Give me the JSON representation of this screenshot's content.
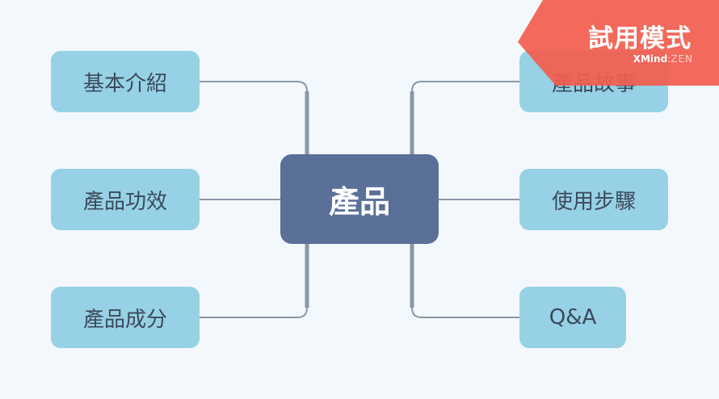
{
  "center": {
    "label": "產品"
  },
  "left_topics": [
    {
      "label": "基本介紹"
    },
    {
      "label": "產品功效"
    },
    {
      "label": "產品成分"
    }
  ],
  "right_topics": [
    {
      "label": "產品故事"
    },
    {
      "label": "使用步驟"
    },
    {
      "label": "Q&A"
    }
  ],
  "watermark": {
    "title": "試用模式",
    "brand_primary": "XMind",
    "brand_sep": ":",
    "brand_secondary": "ZEN"
  },
  "colors": {
    "background": "#f3f8fc",
    "center_fill": "#5a7099",
    "topic_fill": "#97d1e6",
    "connector": "#8a97a8",
    "banner": "#f25e4f"
  }
}
